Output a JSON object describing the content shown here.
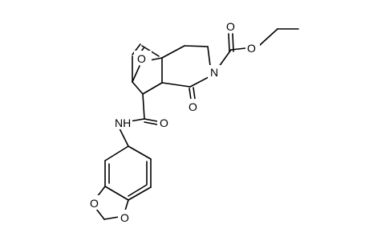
{
  "molecule": {
    "atoms": {
      "O_bridge": "O",
      "N_ring": "N",
      "O_lactam": "O",
      "O_ester_carbonyl": "O",
      "O_ester": "O",
      "NH_amide": "NH",
      "O_amide": "O",
      "O_dioxole_1": "O",
      "O_dioxole_2": "O"
    },
    "colors": {
      "bond": "#000000",
      "text": "#000000",
      "background": "#ffffff"
    }
  }
}
